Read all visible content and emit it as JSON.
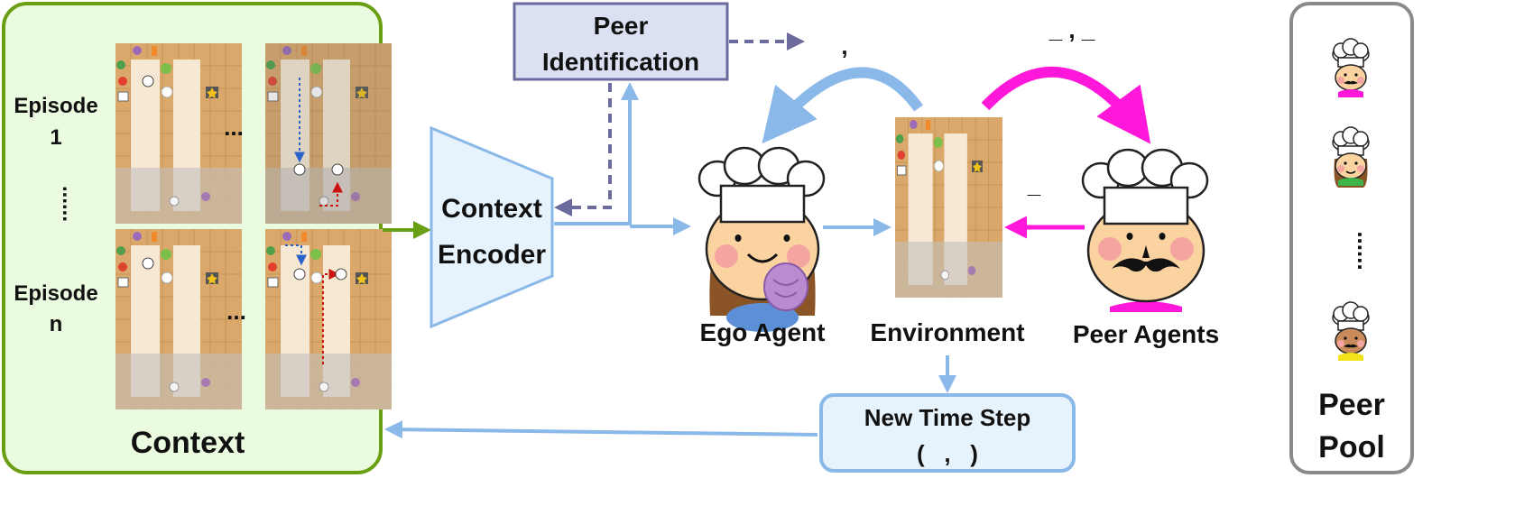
{
  "context": {
    "title": "Context",
    "episode_first": [
      "Episode",
      "1"
    ],
    "episode_last": [
      "Episode",
      "n"
    ],
    "ellipsis_h": "...",
    "ellipsis_v": "......"
  },
  "encoder": {
    "line1": "Context",
    "line2": "Encoder"
  },
  "peer_identification": {
    "line1": "Peer",
    "line2": "Identification"
  },
  "nodes": {
    "ego_agent": "Ego Agent",
    "environment": "Environment",
    "peer_agents": "Peer Agents"
  },
  "new_time_step": {
    "title": "New Time Step",
    "tuple": "(   ,   )"
  },
  "peer_pool": {
    "line1": "Peer",
    "line2": "Pool",
    "ellipsis": "......"
  },
  "symbols": {
    "comma_a": ",",
    "top_right": "_ , _",
    "peer_action": "_"
  },
  "colors": {
    "context_border": "#6a9e14",
    "context_fill": "#eafbe0",
    "light_blue": "#8ab8e8",
    "encoder_fill": "#e6f3fd",
    "peer_id_border": "#6b6b9e",
    "peer_id_fill": "#dbe1f3",
    "magenta": "#ff18d9",
    "pool_border": "#8a8a8a"
  }
}
